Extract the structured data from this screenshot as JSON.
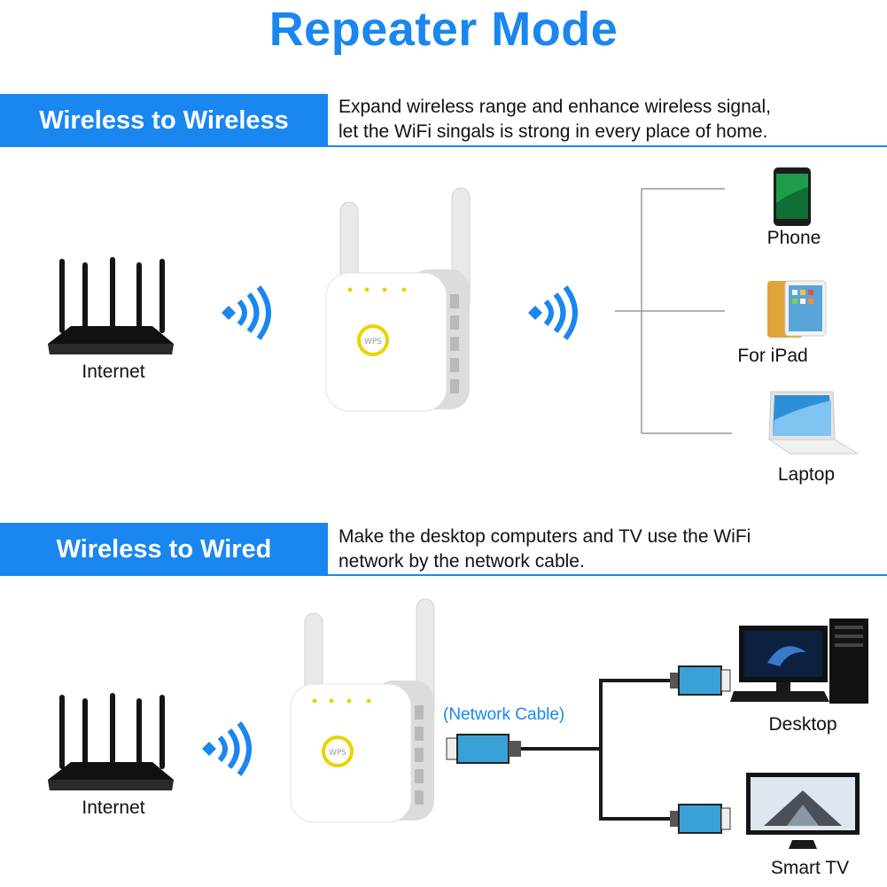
{
  "title": "Repeater Mode",
  "sections": [
    {
      "band": "Wireless to Wireless",
      "desc_line1": "Expand wireless range and enhance wireless signal,",
      "desc_line2": "let the WiFi singals is strong in every place of home.",
      "source_label": "Internet",
      "devices": [
        "Phone",
        "For iPad",
        "Laptop"
      ]
    },
    {
      "band": "Wireless to Wired",
      "desc_line1": "Make the desktop computers and TV use the WiFi",
      "desc_line2": "network by the network cable.",
      "source_label": "Internet",
      "cable_label": "(Network Cable)",
      "devices": [
        "Desktop",
        "Smart TV"
      ]
    }
  ],
  "button_label": "WPS",
  "colors": {
    "accent": "#1a86f0",
    "wps_ring": "#e8d400",
    "cable": "#3aa0d8"
  },
  "icons": [
    "router-icon",
    "wifi-signal-icon",
    "repeater-icon",
    "phone-icon",
    "ipad-icon",
    "laptop-icon",
    "desktop-icon",
    "tv-icon",
    "ethernet-plug-icon"
  ]
}
